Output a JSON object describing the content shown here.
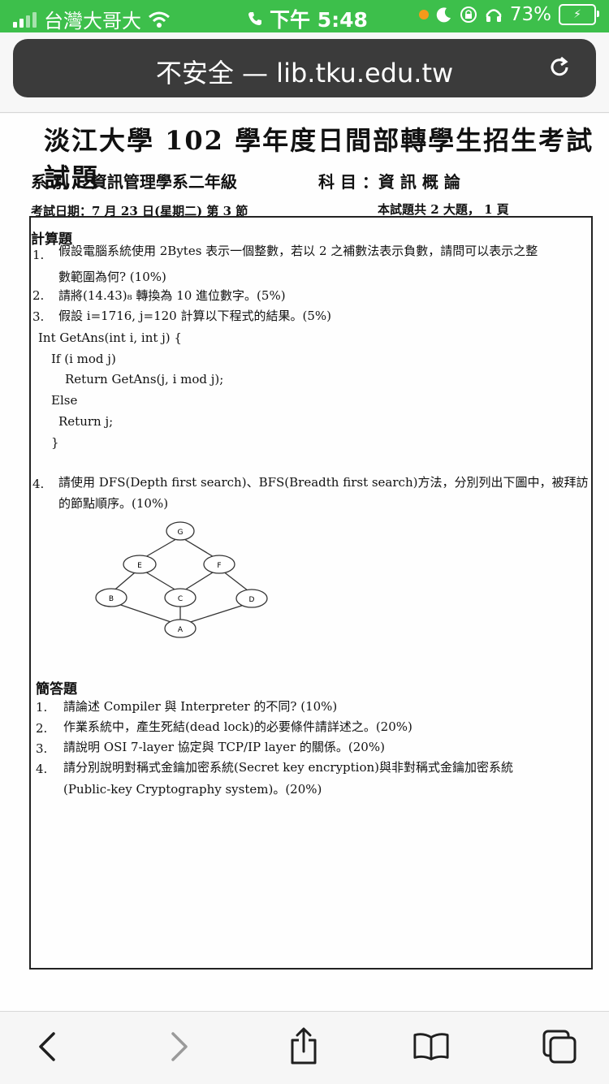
{
  "status": {
    "carrier": "台灣大哥大",
    "time": "下午 5:48",
    "battery": "73%"
  },
  "browser": {
    "address": "不安全 — lib.tku.edu.tw"
  },
  "doc": {
    "title": "淡江大學 102 學年度日間部轉學生招生考試試題",
    "dept": "系 別 ：資訊管理學系二年級",
    "subject": "科 目 ：資 訊 概 論",
    "exam_date": "考試日期：7 月 23 日(星期二) 第 3 節",
    "pages": "本試題共 2 大題， 1 頁",
    "section1": {
      "heading": "計算題",
      "q1_num": "1.",
      "q1_line1": "假設電腦系統使用 2Bytes 表示一個整數，若以 2 之補數法表示負數，請問可以表示之整",
      "q1_line2": "數範圍為何? (10%)",
      "q2_num": "2.",
      "q2": "請將(14.43)₈ 轉換為 10 進位數字。(5%)",
      "q3_num": "3.",
      "q3": "假設 i=1716, j=120 計算以下程式的結果。(5%)",
      "code": [
        "Int GetAns(int i, int j) {",
        "If (i mod j)",
        "Return GetAns(j, i mod j);",
        "Else",
        "Return j;",
        "}"
      ],
      "q4_num": "4.",
      "q4_line1": "請使用 DFS(Depth first search)、BFS(Breadth first search)方法，分別列出下圖中，被拜訪",
      "q4_line2": "的節點順序。(10%)"
    },
    "graph_nodes": [
      "G",
      "E",
      "F",
      "B",
      "C",
      "D",
      "A"
    ],
    "section2": {
      "heading": "簡答題",
      "items": [
        {
          "num": "1.",
          "text": "請論述 Compiler 與 Interpreter 的不同? (10%)"
        },
        {
          "num": "2.",
          "text": "作業系統中，產生死結(dead lock)的必要條件請詳述之。(20%)"
        },
        {
          "num": "3.",
          "text": "請說明 OSI 7-layer 協定與 TCP/IP layer 的關係。(20%)"
        },
        {
          "num": "4.",
          "text": "請分別說明對稱式金鑰加密系統(Secret key encryption)與非對稱式金鑰加密系統"
        }
      ],
      "item4_line2": "(Public-key Cryptography system)。(20%)"
    }
  },
  "icons": [
    "back-icon",
    "forward-icon",
    "share-icon",
    "bookmarks-icon",
    "tabs-icon",
    "reload-icon",
    "wifi-icon",
    "phone-icon",
    "moon-icon",
    "lock-rotation-icon",
    "headphones-icon"
  ]
}
